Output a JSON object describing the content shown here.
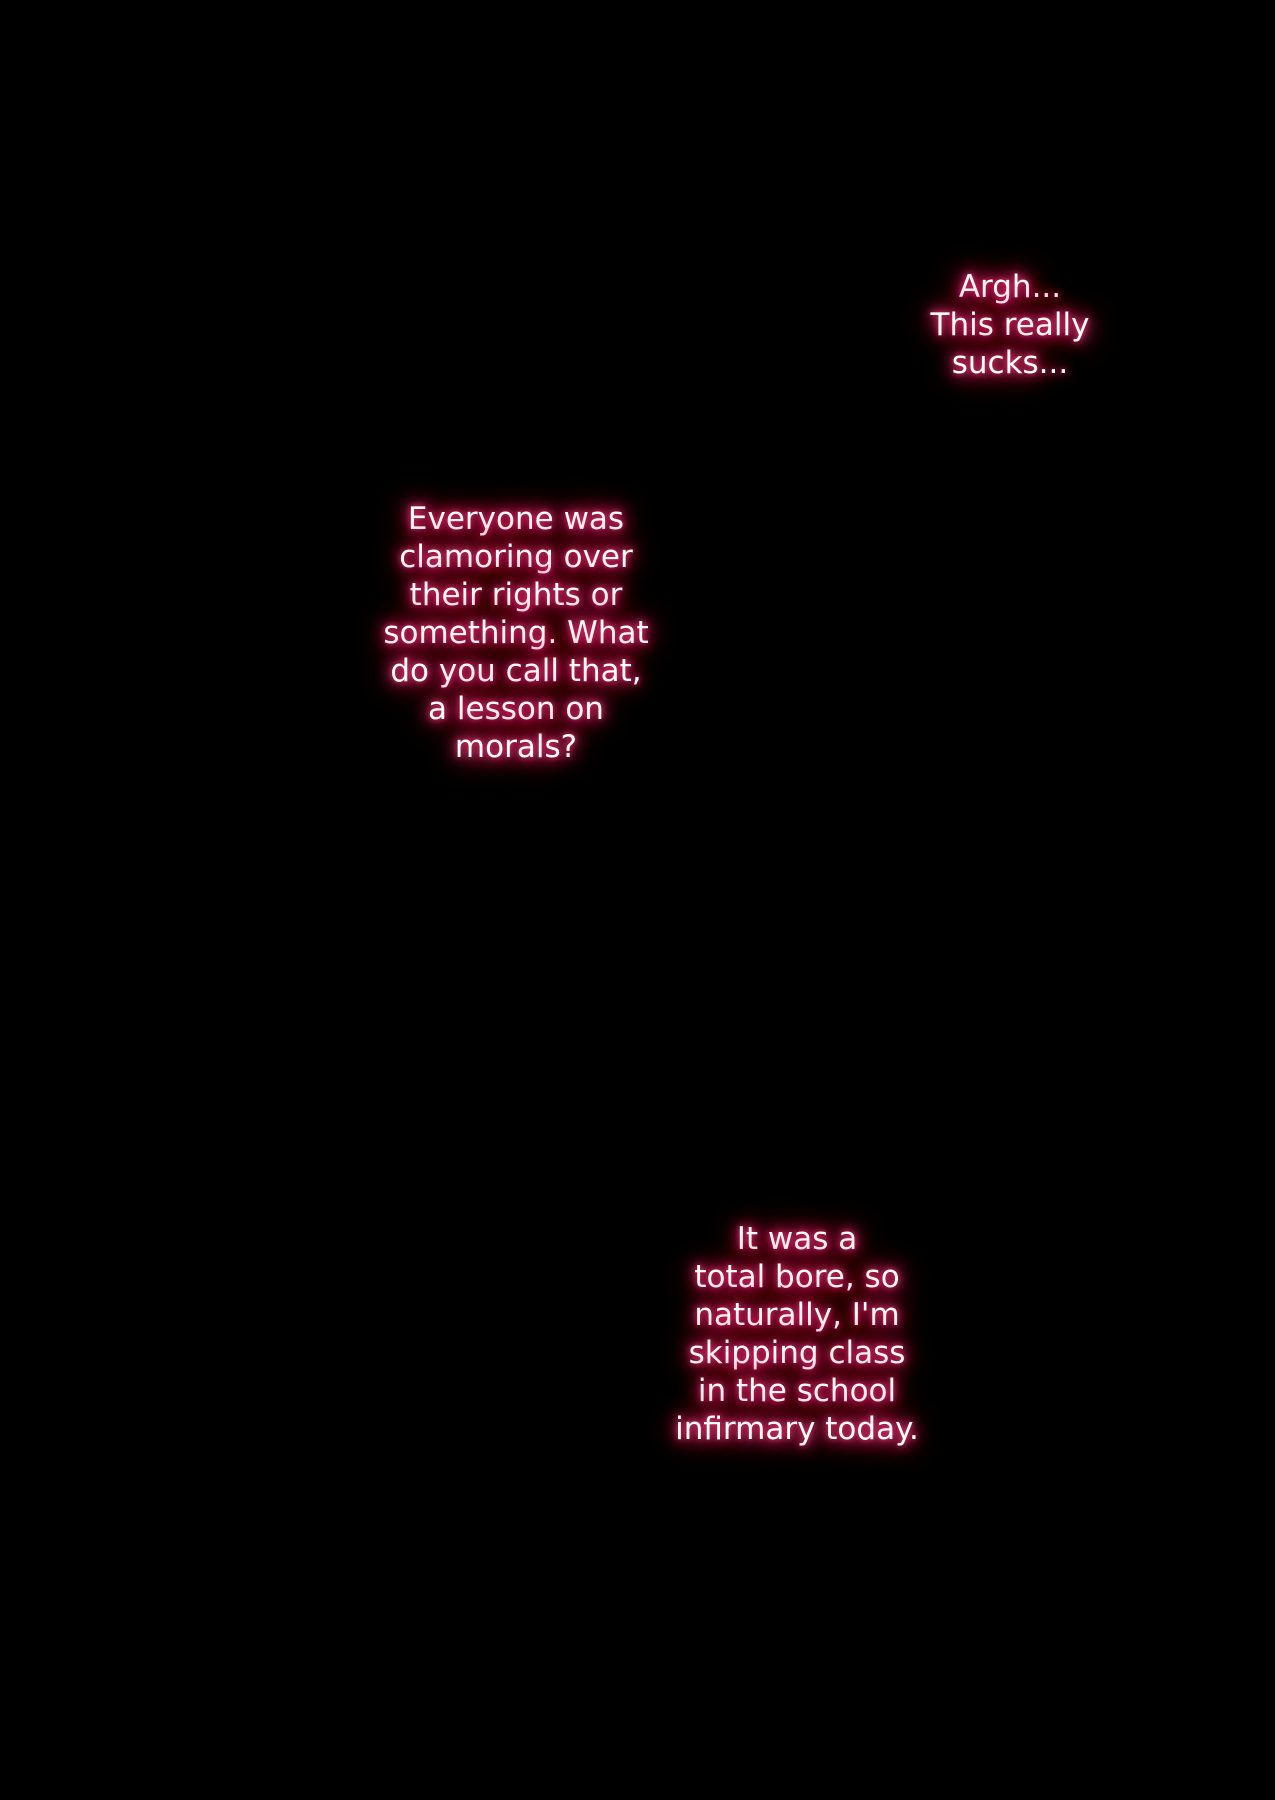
{
  "captions": [
    {
      "lines": [
        "Argh...",
        "This really",
        "sucks..."
      ]
    },
    {
      "lines": [
        "Everyone was",
        "clamoring over",
        "their rights or",
        "something. What",
        "do you call that,",
        "a lesson on",
        "morals?"
      ]
    },
    {
      "lines": [
        "It was a",
        "total bore, so",
        "naturally, I'm",
        "skipping class",
        "in the school",
        "infirmary today."
      ]
    }
  ],
  "colors": {
    "background": "#000000",
    "text": "#ffffff",
    "glow": "#d8336a"
  }
}
